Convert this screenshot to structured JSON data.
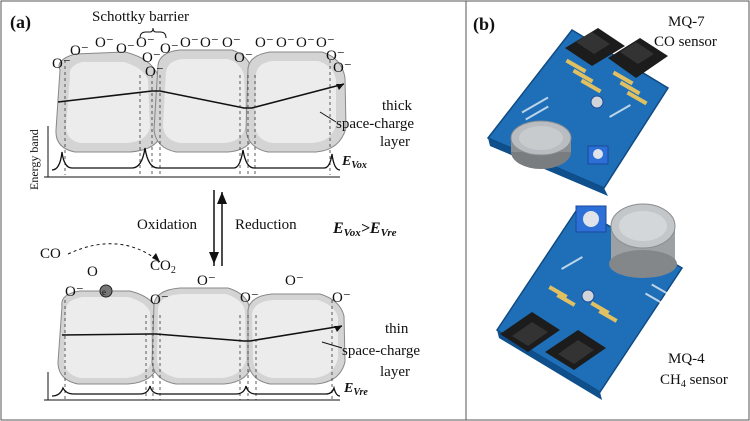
{
  "panel_a": {
    "label": "(a)",
    "schottky_label": "Schottky barrier",
    "top_oxygens": "O⁻",
    "thick_layer_label": [
      "thick",
      "space-charge",
      "layer"
    ],
    "energy_axis_label": "Energy band",
    "e_vox_base": "E",
    "e_vox_sub": "Vox",
    "oxidation_label": "Oxidation",
    "reduction_label": "Reduction",
    "relation": {
      "e1": "E",
      "s1": "Vox",
      "gt": ">",
      "e2": "E",
      "s2": "Vre"
    },
    "co_label": "CO",
    "o_label": "O",
    "co2_base": "CO",
    "co2_sub": "2",
    "electron_label": "e",
    "thin_layer_label": [
      "thin",
      "space-charge",
      "layer"
    ],
    "e_vre_base": "E",
    "e_vre_sub": "Vre"
  },
  "panel_b": {
    "label": "(b)",
    "mq7_name": "MQ-7",
    "mq7_gas": "CO sensor",
    "mq4_name": "MQ-4",
    "mq4_gas_base": "CH",
    "mq4_gas_sub": "4",
    "mq4_gas_suffix": " sensor"
  },
  "colors": {
    "grain_fill": "#d4d4d4",
    "grain_core": "#ececec",
    "board_blue": "#1f6fb8",
    "connector": "#1c1c1c",
    "mesh": "#b9bcc0"
  }
}
